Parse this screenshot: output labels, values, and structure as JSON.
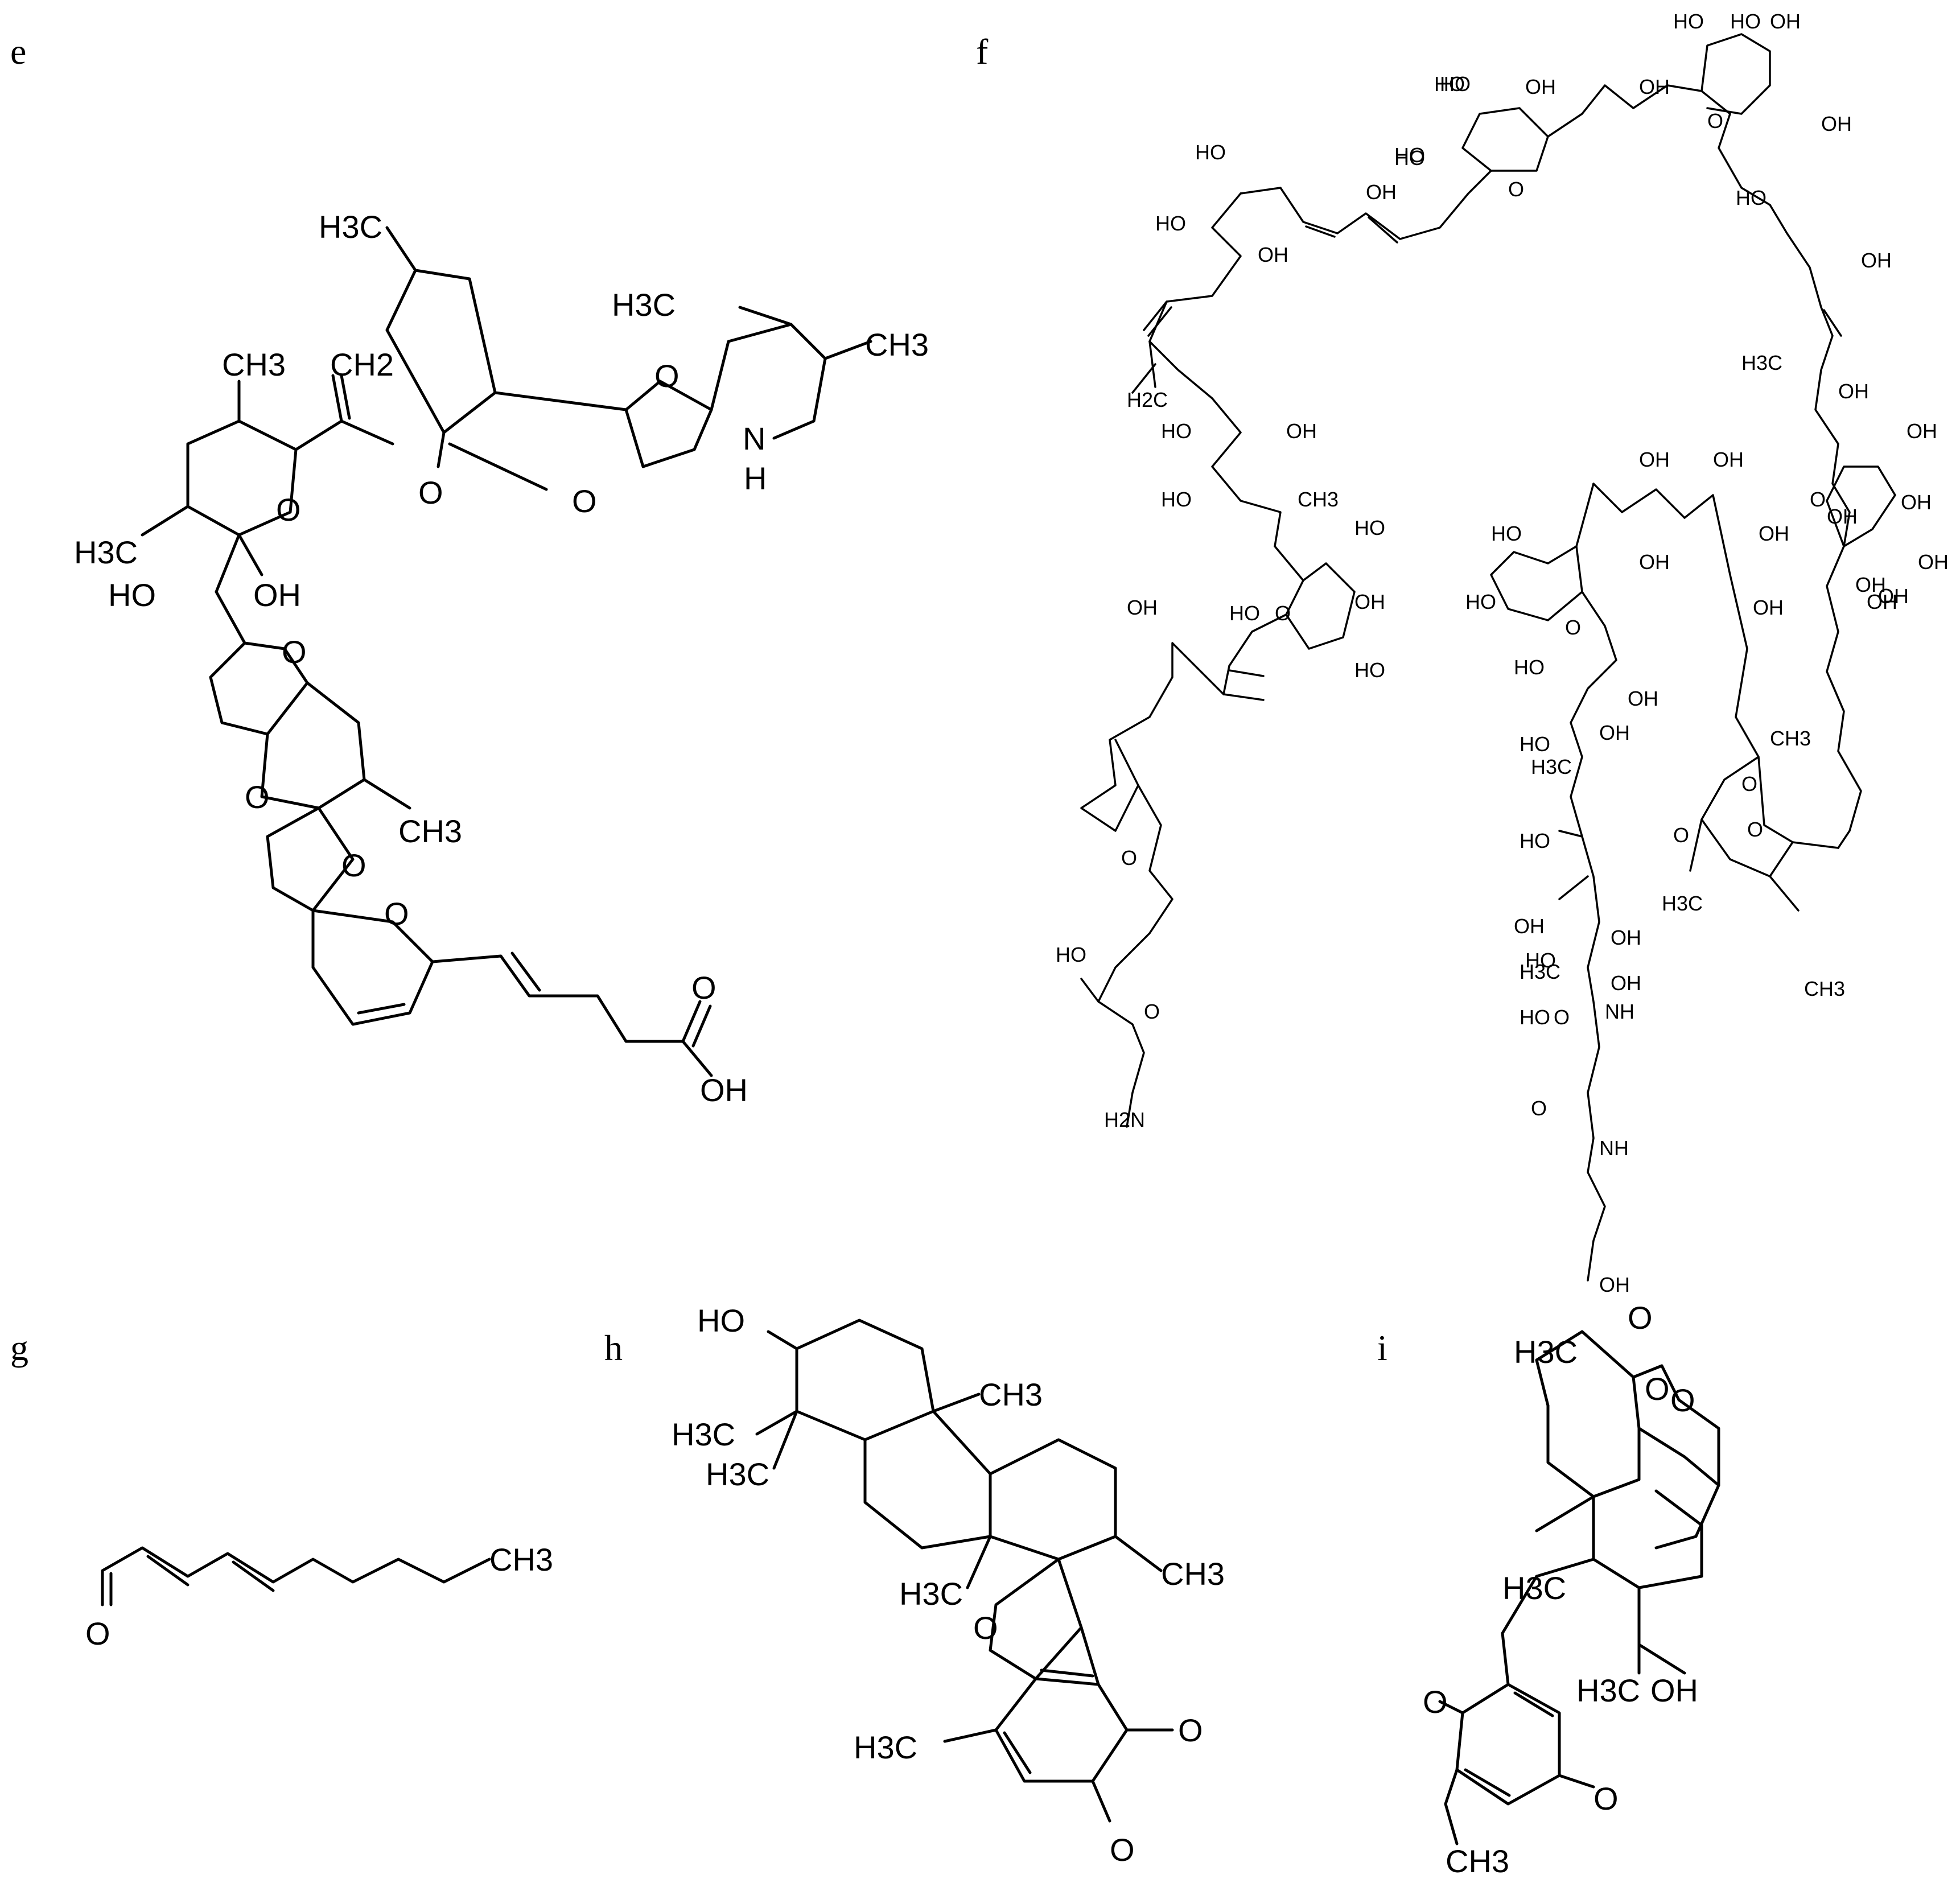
{
  "panels": {
    "e": "e",
    "f": "f",
    "g": "g",
    "h": "h",
    "i": "i"
  },
  "atoms": {
    "e": [
      "H3C",
      "CH3",
      "CH2",
      "H3C",
      "CH3",
      "O",
      "O",
      "O",
      "N",
      "H",
      "H3C",
      "O",
      "HO",
      "OH",
      "O",
      "O",
      "CH3",
      "O",
      "O",
      "O",
      "OH"
    ],
    "f": [
      "HO",
      "OH",
      "HO",
      "OH",
      "HO",
      "HO",
      "O",
      "OH",
      "HO",
      "HO",
      "O",
      "OH",
      "HO",
      "HO",
      "OH",
      "HO",
      "OH",
      "OH",
      "H2C",
      "HO",
      "OH",
      "HO",
      "CH3",
      "OH",
      "OH",
      "H3C",
      "OH",
      "OH",
      "OH",
      "O",
      "OH",
      "HO",
      "OH",
      "HO",
      "OH",
      "O",
      "HO",
      "OH",
      "OH",
      "OH",
      "HO",
      "OH",
      "HO",
      "O",
      "OH",
      "HO",
      "OH",
      "OH",
      "HO",
      "OH",
      "HO",
      "O",
      "OH",
      "HO",
      "O",
      "CH3",
      "H3C",
      "OH",
      "O",
      "OH",
      "HO",
      "O",
      "H3C",
      "OH",
      "HO",
      "O",
      "NH",
      "H3C",
      "O",
      "NH",
      "CH3",
      "OH",
      "H2N",
      "O"
    ],
    "g": [
      "CH3",
      "O"
    ],
    "h": [
      "HO",
      "CH3",
      "H3C",
      "H3C",
      "H3C",
      "CH3",
      "O",
      "H3C",
      "O",
      "O"
    ],
    "i": [
      "O",
      "H3C",
      "O",
      "H3C",
      "O",
      "H3C",
      "OH",
      "O",
      "O",
      "CH3"
    ]
  }
}
